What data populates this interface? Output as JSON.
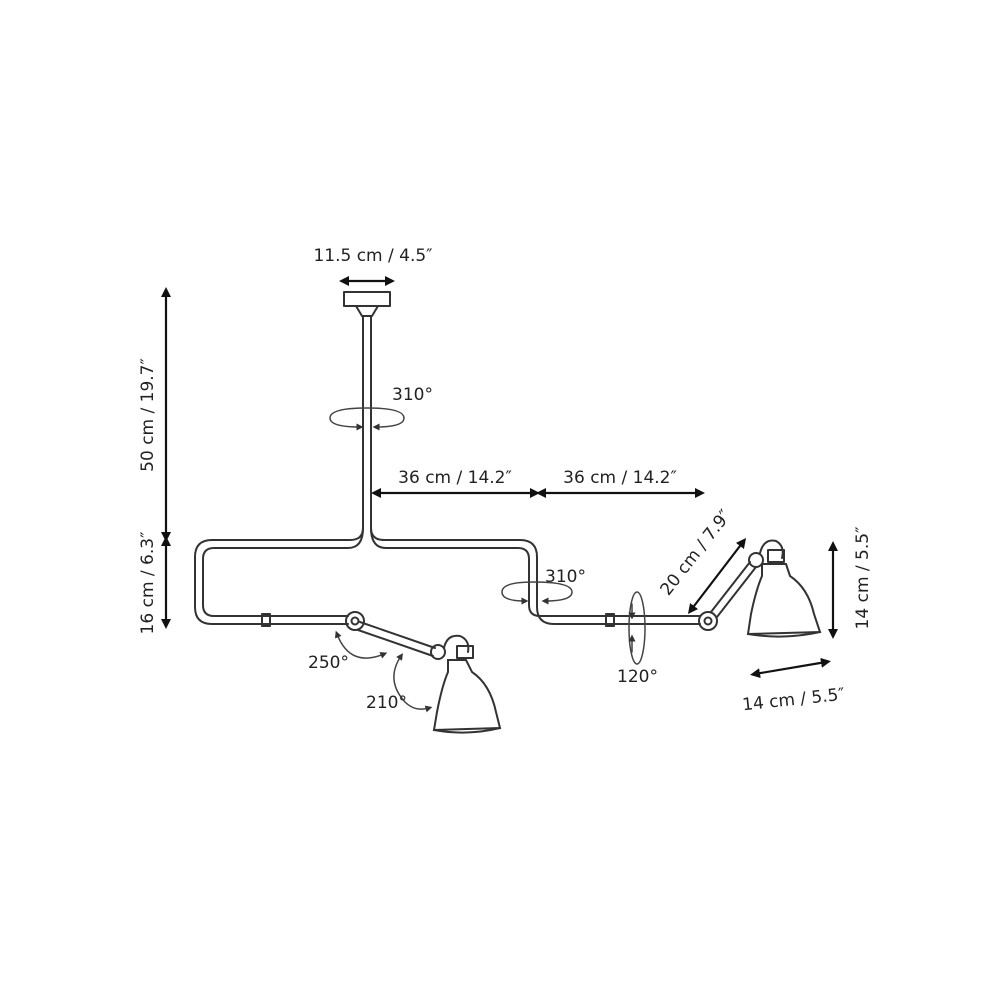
{
  "labels": {
    "canopy_width": "11.5 cm / 4.5″",
    "stem_height": "50 cm / 19.7″",
    "drop_height": "16 cm / 6.3″",
    "arm_left_span": "36 cm / 14.2″",
    "arm_right_span": "36 cm / 14.2″",
    "stem_rotation": "310°",
    "arm_rotation": "310°",
    "left_joint_rotation": "250°",
    "left_shade_rotation": "210°",
    "right_joint_rotation": "120°",
    "short_arm_length": "20 cm / 7.9″",
    "shade_height": "14 cm / 5.5″",
    "shade_width": "14 cm / 5.5″"
  },
  "colors": {
    "line": "#333333",
    "background": "#ffffff"
  }
}
